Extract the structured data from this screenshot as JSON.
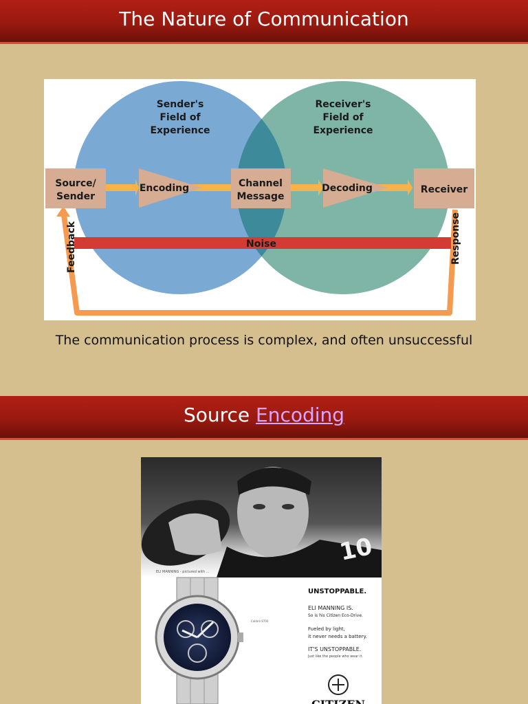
{
  "section1": {
    "title": "The Nature of Communication"
  },
  "diagram": {
    "sender_field": [
      "Sender's",
      "Field of",
      "Experience"
    ],
    "receiver_field": [
      "Receiver's",
      "Field of",
      "Experience"
    ],
    "source": [
      "Source/",
      "Sender"
    ],
    "encoding": "Encoding",
    "channel": [
      "Channel",
      "Message"
    ],
    "decoding": "Decoding",
    "receiver": "Receiver",
    "noise": "Noise",
    "feedback": "Feedback",
    "response": "Response",
    "colors": {
      "sender_circle": "#7aa9d3",
      "receiver_circle": "#7fb5a6",
      "overlap": "#3d8a9a",
      "box": "#d6ad93",
      "arrow": "#f7b24c",
      "noise": "#d63a35",
      "feedback_line": "#f59a4e"
    }
  },
  "caption": "The communication process is complex, and often unsuccessful",
  "section2": {
    "title_plain": "Source ",
    "title_link": "Encoding"
  },
  "ad": {
    "jersey_number": "10",
    "small_caption": "ELI MANNING - pictured with ...",
    "headline": "UNSTOPPABLE.",
    "line1": "ELI MANNING IS.",
    "line2": "So is his Citizen Eco-Drive.",
    "line3": "Fueled by light,",
    "line4": "it never needs a battery.",
    "line5": "IT'S UNSTOPPABLE.",
    "line6": "Just like the people who wear it.",
    "model_text": "Calibre 8700",
    "brand": "CITIZEN"
  }
}
